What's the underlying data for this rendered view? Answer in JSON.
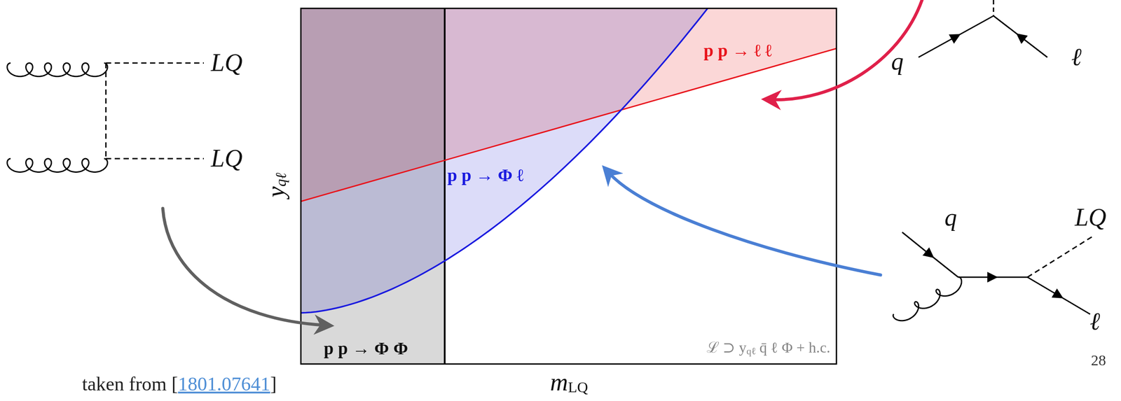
{
  "diagram": {
    "labels": [
      "LQ",
      "LQ",
      "y",
      "qℓ",
      "p p → ℓ ℓ",
      "p p → Φ ℓ",
      "p p → Φ Φ",
      "ℒ ⊃ y",
      "qℓ",
      "q̄ ℓ Φ + h.c.",
      "m",
      "LQ",
      "taken from [",
      "1801.07641",
      "]",
      "q",
      "ℓ",
      "q",
      "LQ",
      "ℓ",
      "28"
    ]
  }
}
